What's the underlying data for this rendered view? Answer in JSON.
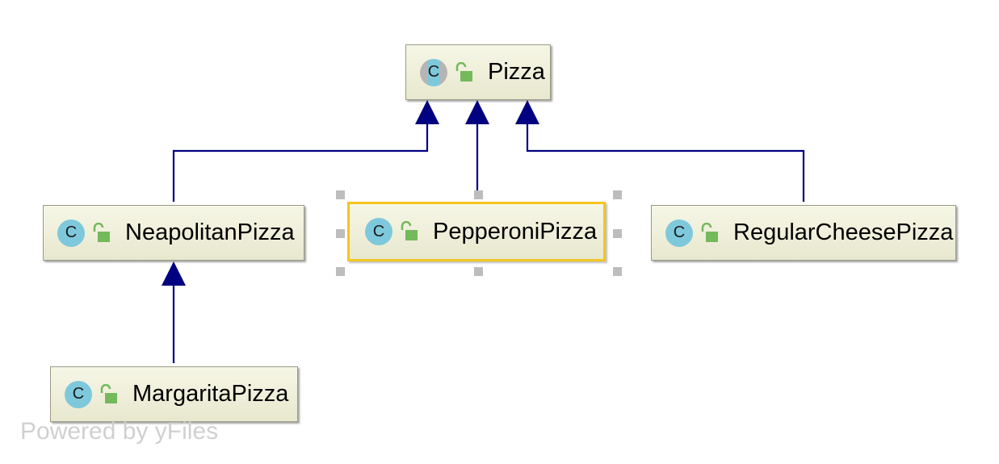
{
  "diagram": {
    "nodes": [
      {
        "id": "pizza",
        "label": "Pizza",
        "kind": "abstract-class",
        "icon": "class-icon",
        "visibility": "public-lock-icon"
      },
      {
        "id": "neapolitan",
        "label": "NeapolitanPizza",
        "kind": "class",
        "icon": "class-icon",
        "visibility": "public-lock-icon"
      },
      {
        "id": "pepperoni",
        "label": "PepperoniPizza",
        "kind": "class",
        "icon": "class-icon",
        "visibility": "public-lock-icon",
        "selected": true
      },
      {
        "id": "regular",
        "label": "RegularCheesePizza",
        "kind": "class",
        "icon": "class-icon",
        "visibility": "public-lock-icon"
      },
      {
        "id": "margarita",
        "label": "MargaritaPizza",
        "kind": "class",
        "icon": "class-icon",
        "visibility": "public-lock-icon"
      }
    ],
    "edges": [
      {
        "from": "neapolitan",
        "to": "pizza",
        "type": "inheritance"
      },
      {
        "from": "pepperoni",
        "to": "pizza",
        "type": "inheritance"
      },
      {
        "from": "regular",
        "to": "pizza",
        "type": "inheritance"
      },
      {
        "from": "margarita",
        "to": "neapolitan",
        "type": "inheritance"
      }
    ],
    "icon_letter": "C",
    "colors": {
      "edge": "#000080",
      "class_icon": "#7ec8dc",
      "lock": "#74b95c",
      "selection": "#f3c521",
      "node_fill": "#eeeedb"
    }
  },
  "watermark": "Powered by yFiles"
}
